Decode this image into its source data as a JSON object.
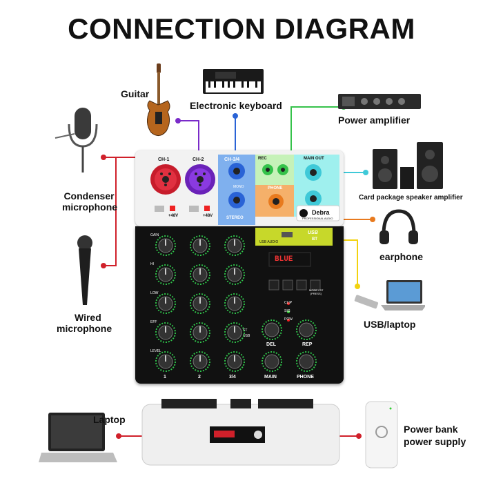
{
  "title": "CONNECTION DIAGRAM",
  "devices": {
    "guitar": "Guitar",
    "keyboard": "Electronic keyboard",
    "power_amp": "Power amplifier",
    "condenser_line1": "Condenser",
    "condenser_line2": "microphone",
    "speaker": "Card package speaker amplifier",
    "earphone": "earphone",
    "wired_line1": "Wired",
    "wired_line2": "microphone",
    "usb_laptop": "USB/laptop",
    "laptop": "Laptop",
    "powerbank_line1": "Power bank",
    "powerbank_line2": "power supply"
  },
  "mixer": {
    "brand": "Debra",
    "brand_sub": "PROFESSIONAL AUDIO",
    "ch1": "CH-1",
    "ch2": "CH-2",
    "ch34": "CH-3/4",
    "mono": "MONO",
    "stereo": "STEREO",
    "rec": "REC",
    "main_out": "MAIN OUT",
    "phone": "PHONE",
    "phantom": "+48V",
    "usb": "USB",
    "bt": "BT",
    "display": "BLUE",
    "mode": "MODE / BT",
    "press": "[PRESS]",
    "clip": "CLIP",
    "sig": "SIG",
    "pow": "POW",
    "del": "DEL",
    "rep": "REP",
    "ch_labels": [
      "1",
      "2",
      "3/4",
      "MAIN",
      "PHONE"
    ],
    "knob_labels": [
      "GAIN",
      "HI",
      "LOW",
      "EFF",
      "LEVEL"
    ],
    "st": "ST",
    "usb_sw": "USB",
    "usb_audio": "USB AUDIO"
  },
  "colors": {
    "red": "#d0202a",
    "purple": "#7a2bc9",
    "blue": "#2a63d6",
    "green": "#35c24a",
    "cyan": "#3fc9d8",
    "orange": "#e87a1e",
    "yellow": "#f2d20f",
    "usb_panel": "#c7d82a",
    "cyan_panel": "#9ff0ee",
    "green_panel": "#c6f2b9",
    "blue_panel": "#7fb0ee",
    "orange_panel": "#f5b06a"
  },
  "icons": [
    "guitar-icon",
    "keyboard-icon",
    "power-amplifier-icon",
    "condenser-microphone-icon",
    "speaker-icon",
    "headphones-icon",
    "wired-microphone-icon",
    "usb-stick-icon",
    "laptop-icon",
    "power-bank-icon"
  ]
}
